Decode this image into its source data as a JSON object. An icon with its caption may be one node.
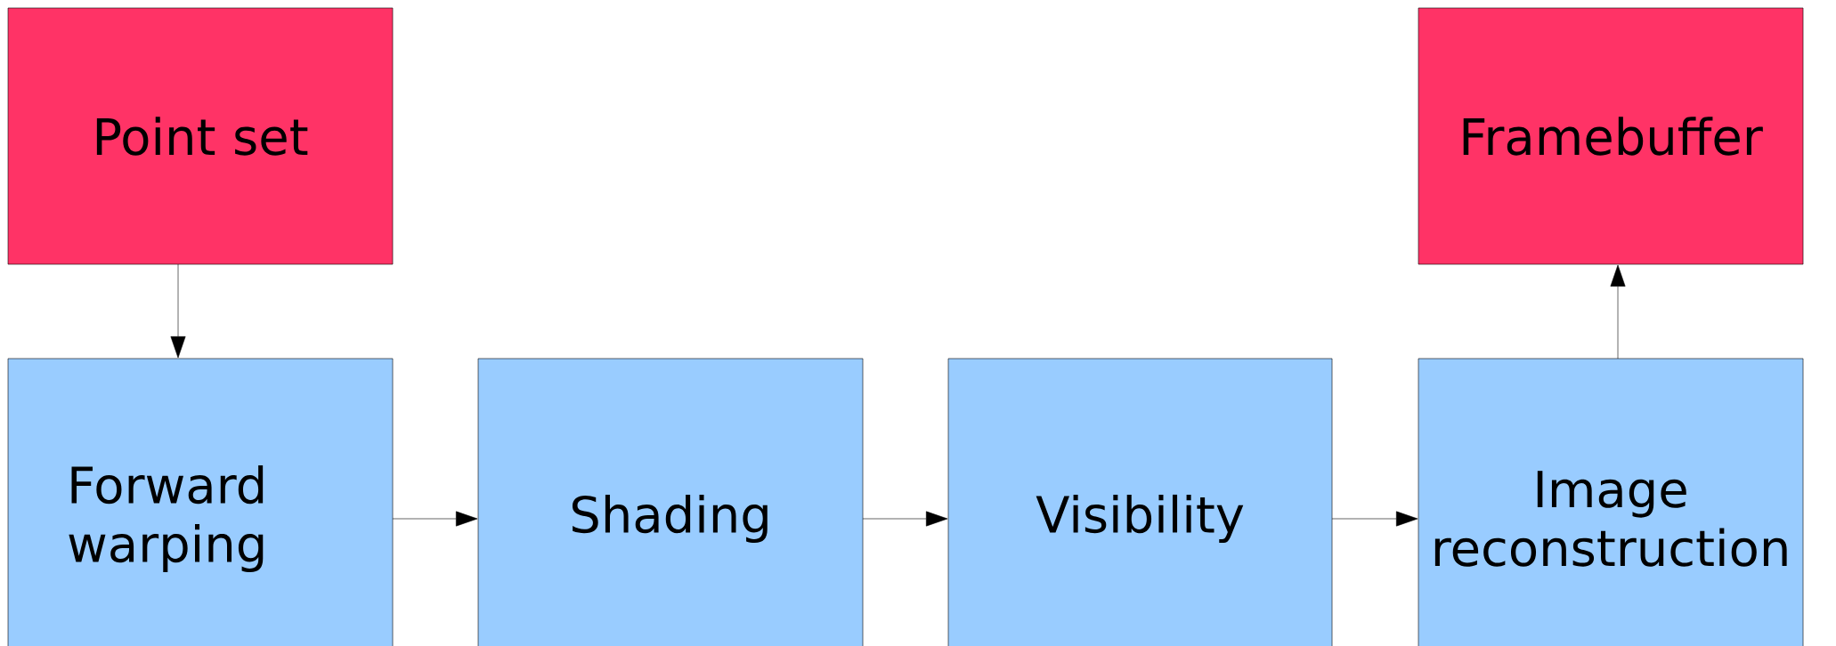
{
  "diagram": {
    "nodes": [
      {
        "text": [
          "Point set"
        ]
      },
      {
        "text": [
          "Framebuffer"
        ]
      },
      {
        "text": [
          "Forward warping"
        ]
      },
      {
        "text": [
          "Shading"
        ]
      },
      {
        "text": [
          "Visibility"
        ]
      },
      {
        "text": [
          "Image reconstruction"
        ]
      }
    ],
    "edges": [
      {
        "from": 0,
        "to": 2,
        "arrow": "to"
      },
      {
        "from": 2,
        "to": 3,
        "arrow": "to"
      },
      {
        "from": 3,
        "to": 4,
        "arrow": "to"
      },
      {
        "from": 4,
        "to": 5,
        "arrow": "to"
      },
      {
        "from": 5,
        "to": 1,
        "arrow": "to"
      }
    ]
  }
}
